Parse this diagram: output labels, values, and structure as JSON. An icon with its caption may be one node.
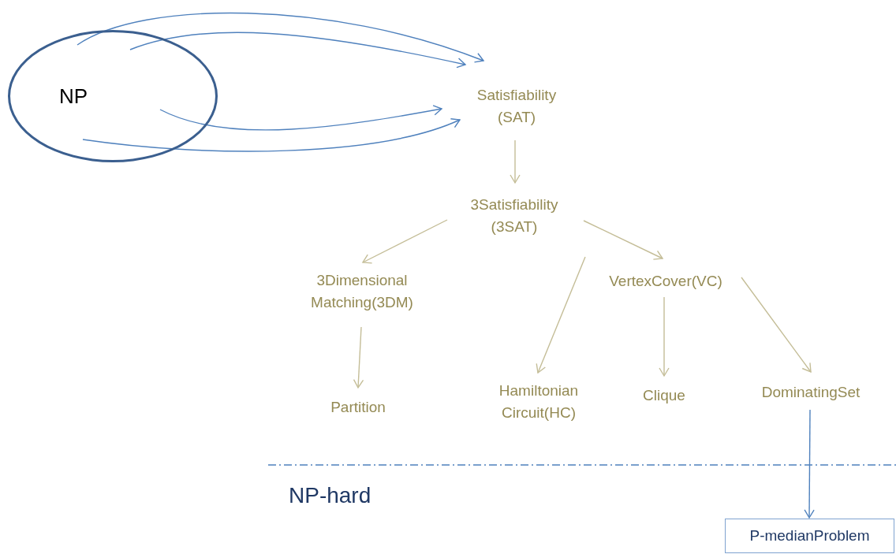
{
  "diagram": {
    "nodes": [
      {
        "text": [
          "NP"
        ]
      },
      {
        "text": [
          "Satisfiability (SAT)"
        ]
      },
      {
        "text": [
          "3Satisfiability (3SAT)"
        ]
      },
      {
        "text": [
          "3Dimensional Matching(3DM)"
        ]
      },
      {
        "text": [
          "VertexCover(VC)"
        ]
      },
      {
        "text": [
          "Partition"
        ]
      },
      {
        "text": [
          "Hamiltonian Circuit(HC)"
        ]
      },
      {
        "text": [
          "Clique"
        ]
      },
      {
        "text": [
          "DominatingSet"
        ]
      },
      {
        "text": [
          "P-medianProblem"
        ]
      }
    ],
    "edges": [
      {
        "from": 0,
        "to": 1,
        "arrow": "to",
        "color": "#4f81bd"
      },
      {
        "from": 0,
        "to": 1,
        "arrow": "to",
        "color": "#4f81bd"
      },
      {
        "from": 0,
        "to": 1,
        "arrow": "to",
        "color": "#4f81bd"
      },
      {
        "from": 0,
        "to": 1,
        "arrow": "to",
        "color": "#4f81bd"
      },
      {
        "from": 1,
        "to": 2,
        "arrow": "to"
      },
      {
        "from": 2,
        "to": 3,
        "arrow": "to"
      },
      {
        "from": 2,
        "to": 4,
        "arrow": "to"
      },
      {
        "from": 3,
        "to": 5,
        "arrow": "to"
      },
      {
        "from": 4,
        "to": 6,
        "arrow": "to"
      },
      {
        "from": 4,
        "to": 7,
        "arrow": "to"
      },
      {
        "from": 4,
        "to": 8,
        "arrow": "to"
      },
      {
        "from": 8,
        "to": 9,
        "arrow": "to",
        "color": "#4f81bd"
      }
    ],
    "labels": [
      "NP-hard"
    ]
  }
}
